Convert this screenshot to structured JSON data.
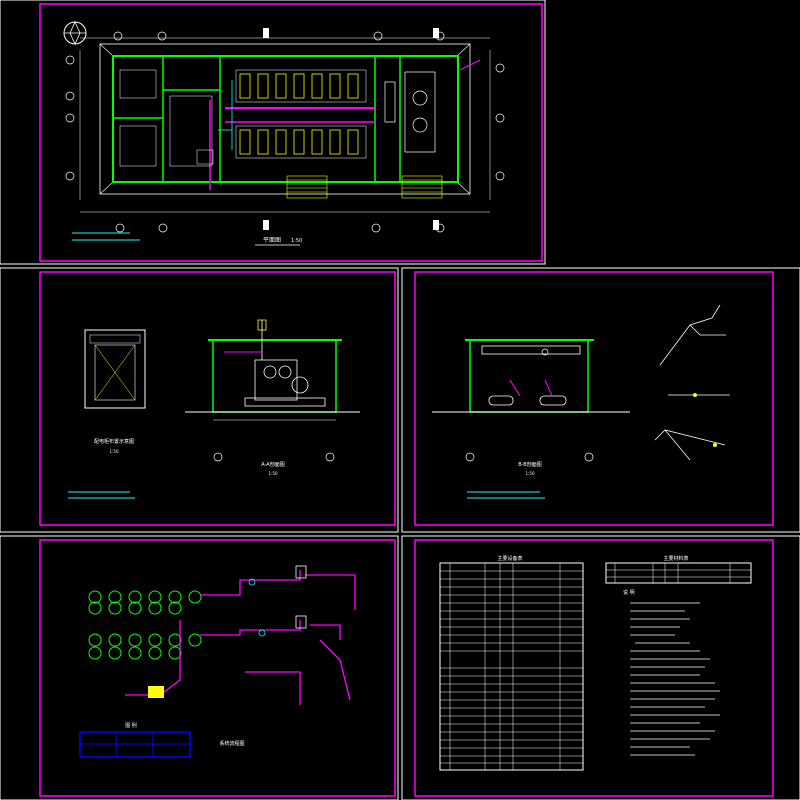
{
  "sheets": {
    "plan": {
      "title": "平面图",
      "scale": "1:50"
    },
    "section_a": {
      "title": "A-A剖面图",
      "scale": "1:50"
    },
    "section_b": {
      "title": "B-B剖面图",
      "scale": "1:50"
    },
    "cabinet": {
      "title": "配电柜布置示意图",
      "scale": "1:50"
    },
    "system": {
      "title": "系统流程图"
    },
    "schedule_main": {
      "title": "主要设备表"
    },
    "schedule_side": {
      "title": "主要材料表"
    },
    "notes": {
      "heading": "说  明"
    },
    "legend": {
      "title": "图 例"
    }
  },
  "colors": {
    "frame": "#ff00ff",
    "wall": "#00ff00",
    "pipe": "#ff00ff",
    "dim": "#ffffff",
    "text": "#00ffff",
    "equip": "#ffff00",
    "accent": "#ff0000",
    "table": "#0000ff"
  }
}
